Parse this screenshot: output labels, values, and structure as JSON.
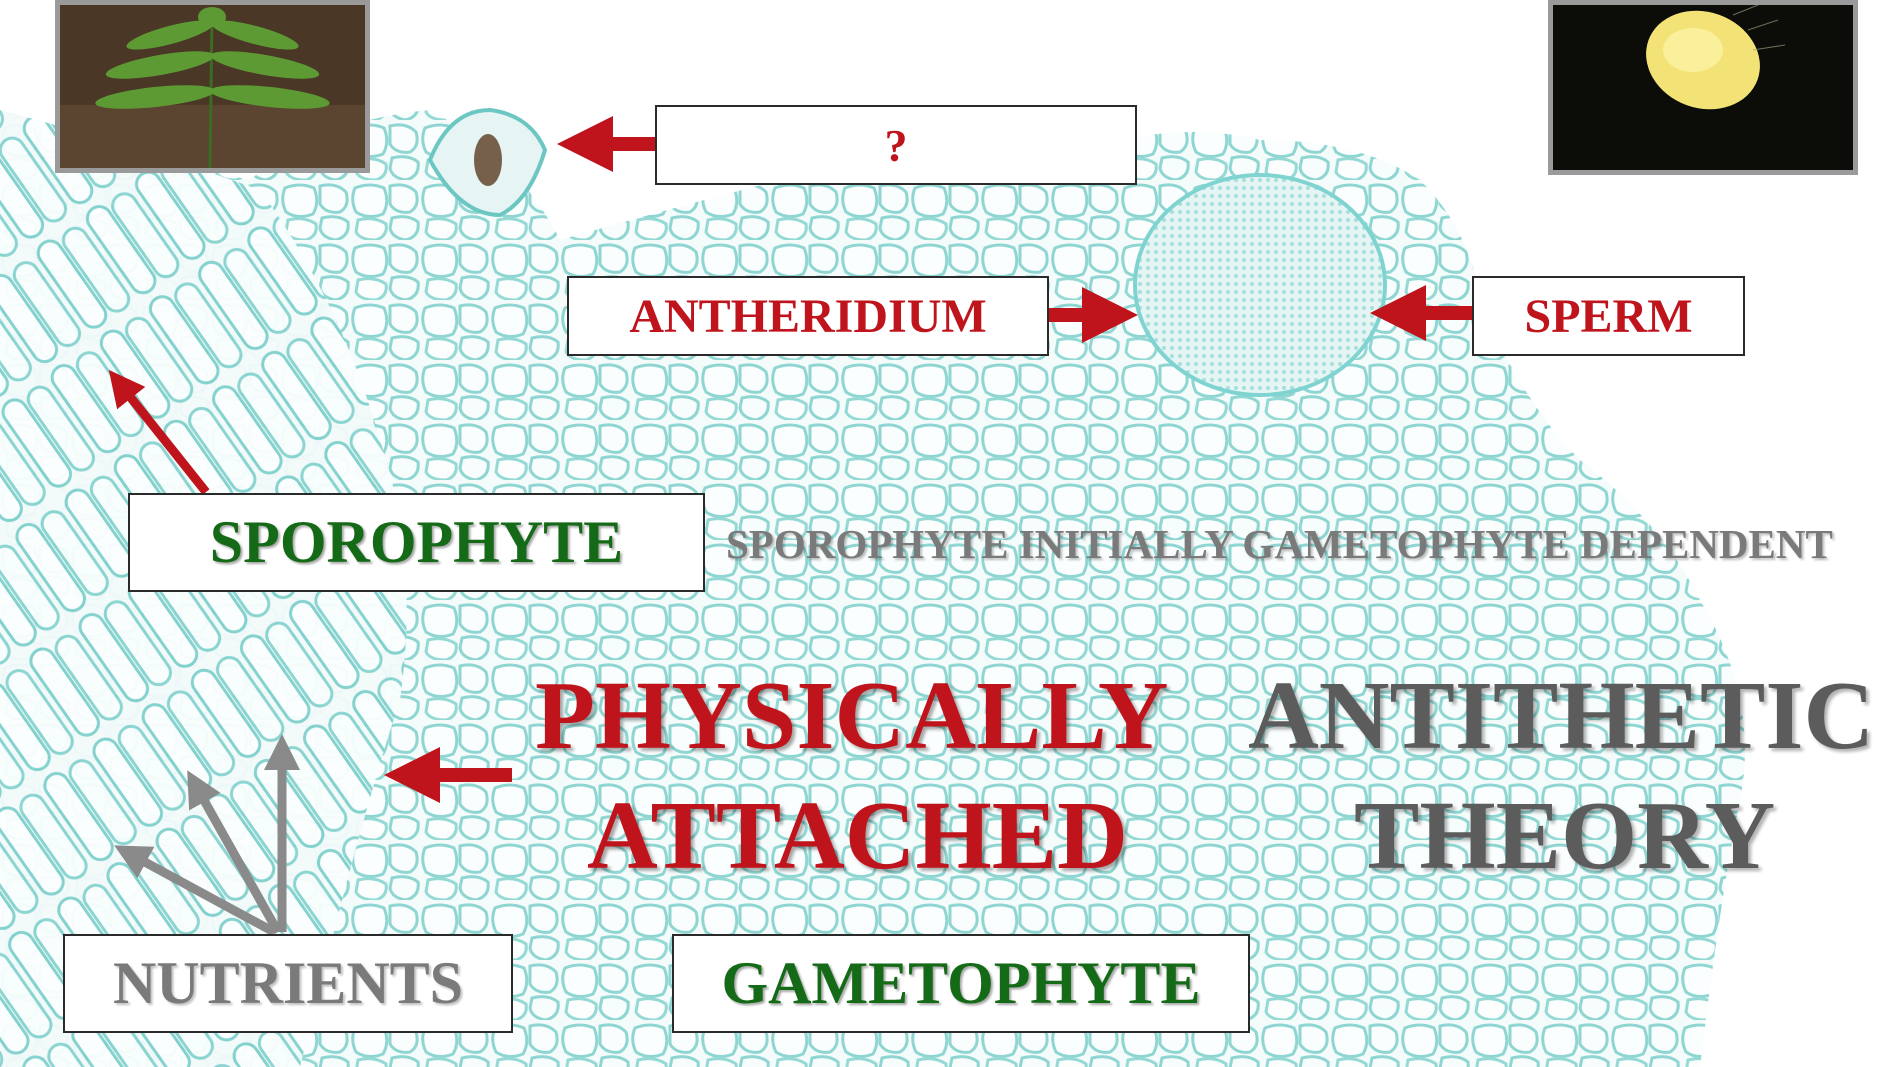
{
  "labels": {
    "question": "?",
    "antheridium": "ANTHERIDIUM",
    "sperm": "SPERM",
    "sporophyte": "SPOROPHYTE",
    "dependent_note": "SPOROPHYTE INITIALLY GAMETOPHYTE DEPENDENT",
    "physically_line1": "PHYSICALLY",
    "physically_line2": "ATTACHED",
    "theory_line1": "ANTITHETIC",
    "theory_line2": "THEORY",
    "nutrients": "NUTRIENTS",
    "gametophyte": "GAMETOPHYTE"
  },
  "colors": {
    "accent_red": "#c0141c",
    "label_green": "#156a17",
    "text_grey": "#7a7a7a",
    "tissue_cyan": "#7fd3d0"
  },
  "images": {
    "top_left": "fern-sporophyte-photo",
    "top_right": "yellow-gametophyte-photo"
  }
}
